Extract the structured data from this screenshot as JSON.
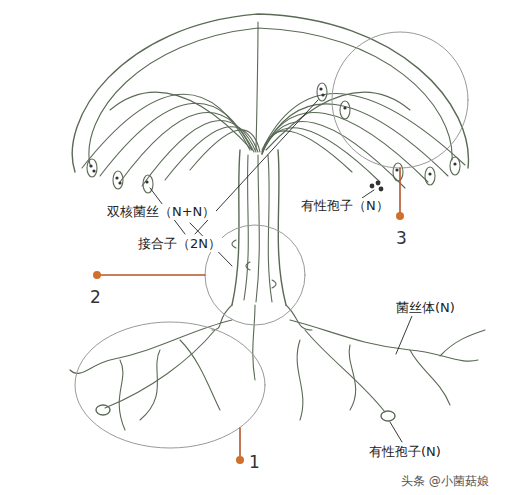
{
  "diagram": {
    "labels": [
      "接合子（2N）",
      "有性孢子（N）",
      "双核菌丝（N+N）",
      "3",
      "2",
      "菌丝体(N)",
      "有性孢子(N)",
      "1",
      "头条 @小菌菇娘"
    ]
  }
}
